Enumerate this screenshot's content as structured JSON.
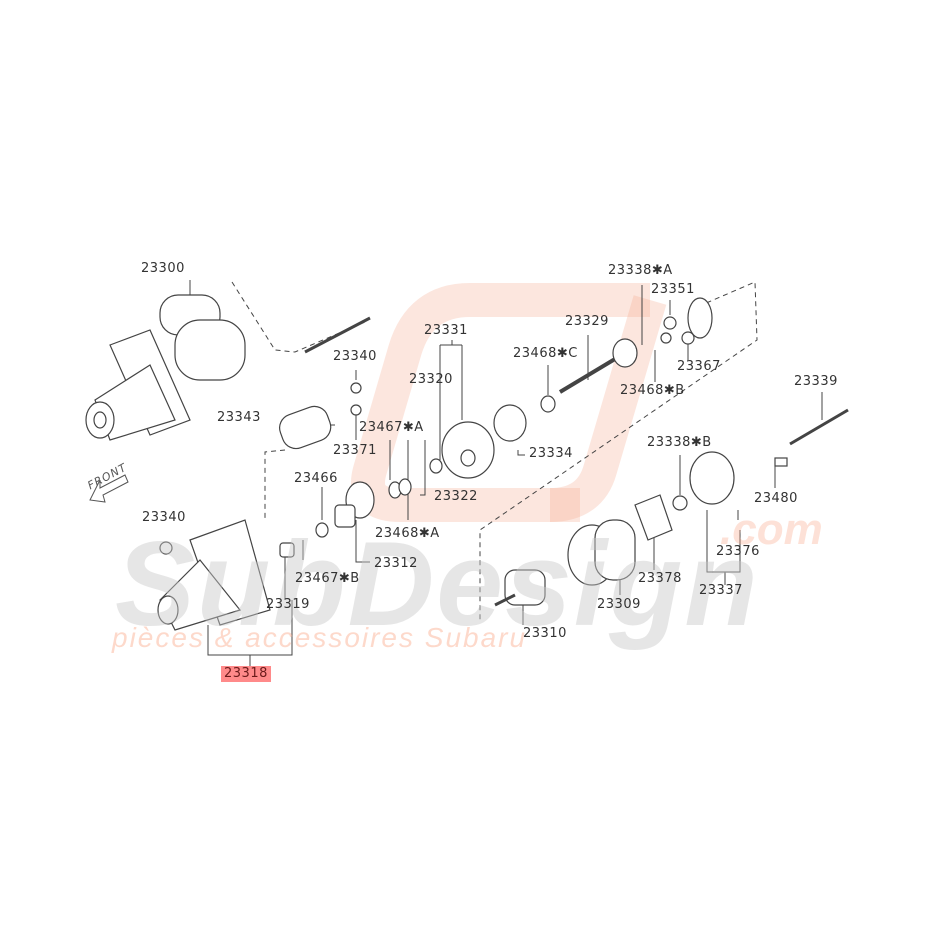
{
  "diagram": {
    "type": "exploded parts diagram",
    "subject": "Starter motor assembly",
    "direction_indicator": "FRONT",
    "highlighted_part": "23318",
    "highlight_color": "#ff8a8a",
    "watermark": {
      "brand": "SubDesign",
      "domain": ".com",
      "tagline": "pièces & accessoires Subaru",
      "accent_color": "#f5a98c"
    },
    "parts": {
      "p23300": "23300",
      "p23340a": "23340",
      "p23343": "23343",
      "p23371": "23371",
      "p23466": "23466",
      "p23340b": "23340",
      "p23318": "23318",
      "p23319": "23319",
      "p23467b": "23467✱B",
      "p23312": "23312",
      "p23468a": "23468✱A",
      "p23467a": "23467✱A",
      "p23322": "23322",
      "p23331": "23331",
      "p23320": "23320",
      "p23334": "23334",
      "p23468c": "23468✱C",
      "p23329": "23329",
      "p23338a": "23338✱A",
      "p23351": "23351",
      "p23367": "23367",
      "p23468b": "23468✱B",
      "p23339": "23339",
      "p23338b": "23338✱B",
      "p23480": "23480",
      "p23376": "23376",
      "p23337": "23337",
      "p23378": "23378",
      "p23309": "23309",
      "p23310": "23310"
    }
  }
}
